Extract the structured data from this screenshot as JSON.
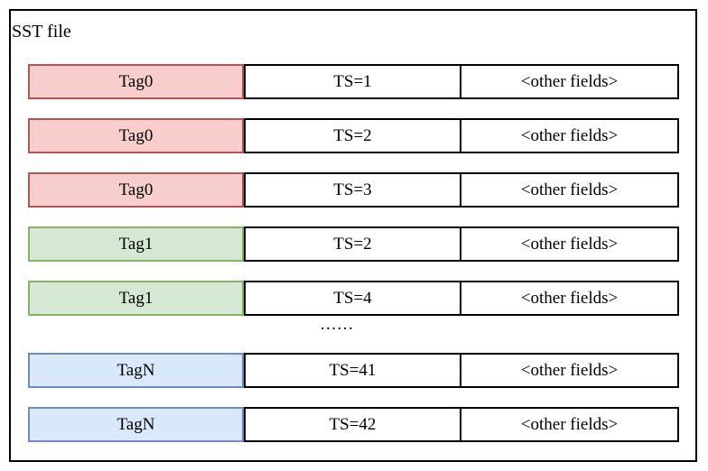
{
  "diagram": {
    "title": "SST file",
    "ellipsis": "......",
    "colors": {
      "tag0_fill": "#f8cecc",
      "tag0_stroke": "#b85450",
      "tag1_fill": "#d5e8d4",
      "tag1_stroke": "#82b366",
      "tagn_fill": "#dae8fc",
      "tagn_stroke": "#6c8ebf",
      "cell_stroke": "#000000"
    },
    "rows": [
      {
        "tag": "Tag0",
        "ts": "TS=1",
        "other": "<other fields>",
        "color_group": "tag0"
      },
      {
        "tag": "Tag0",
        "ts": "TS=2",
        "other": "<other fields>",
        "color_group": "tag0"
      },
      {
        "tag": "Tag0",
        "ts": "TS=3",
        "other": "<other fields>",
        "color_group": "tag0"
      },
      {
        "tag": "Tag1",
        "ts": "TS=2",
        "other": "<other fields>",
        "color_group": "tag1"
      },
      {
        "tag": "Tag1",
        "ts": "TS=4",
        "other": "<other fields>",
        "color_group": "tag1"
      },
      {
        "tag": "TagN",
        "ts": "TS=41",
        "other": "<other fields>",
        "color_group": "tagn"
      },
      {
        "tag": "TagN",
        "ts": "TS=42",
        "other": "<other fields>",
        "color_group": "tagn"
      }
    ]
  }
}
